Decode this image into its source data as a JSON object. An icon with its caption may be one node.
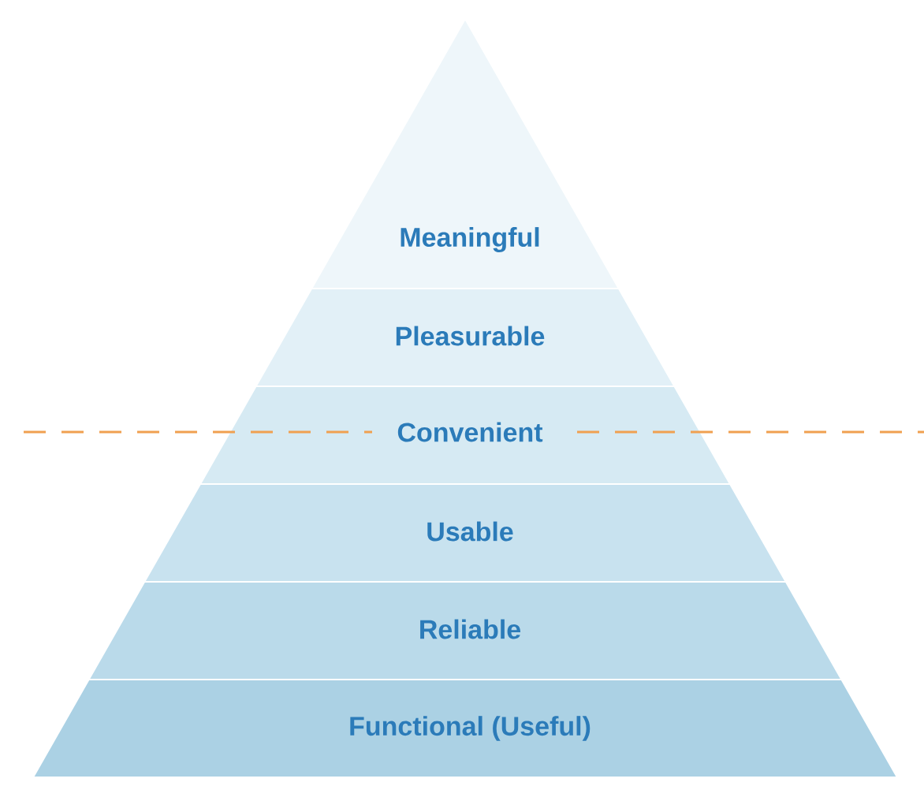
{
  "diagram": {
    "nodes": [
      {
        "text": [
          "Meaningful"
        ]
      },
      {
        "text": [
          "Pleasurable"
        ]
      },
      {
        "text": [
          "Convenient"
        ]
      },
      {
        "text": [
          "Usable"
        ]
      },
      {
        "text": [
          "Reliable"
        ]
      },
      {
        "text": [
          "Functional (Useful)"
        ]
      }
    ]
  }
}
